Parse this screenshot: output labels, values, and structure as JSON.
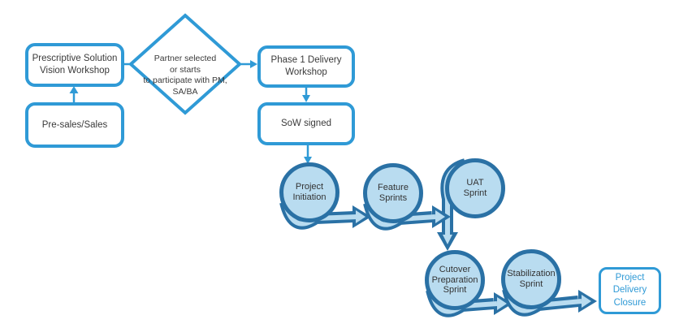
{
  "diagram_title": "Partner project delivery process flow",
  "colors": {
    "accent_blue": "#2f9ad6",
    "dark_blue": "#2a71a5",
    "light_blue_fill": "#b9dcf0",
    "text_dark": "#3a3a3a",
    "closure_text_blue": "#2f9ad6"
  },
  "nodes": {
    "vision_workshop": {
      "label": "Prescriptive Solution\nVision Workshop",
      "shape": "rounded-box"
    },
    "presales": {
      "label": "Pre-sales/Sales",
      "shape": "rounded-box"
    },
    "partner_decision": {
      "label": "Partner selected\nor starts\nto participate with PM,\nSA/BA",
      "shape": "diamond"
    },
    "phase1_workshop": {
      "label": "Phase 1 Delivery\nWorkshop",
      "shape": "rounded-box"
    },
    "sow_signed": {
      "label": "SoW signed",
      "shape": "rounded-box"
    },
    "project_initiation": {
      "label": "Project\nInitiation",
      "shape": "loop-circle"
    },
    "feature_sprints": {
      "label": "Feature\nSprints",
      "shape": "loop-circle"
    },
    "uat_sprint": {
      "label": "UAT\nSprint",
      "shape": "loop-circle"
    },
    "cutover_sprint": {
      "label": "Cutover\nPreparation\nSprint",
      "shape": "loop-circle"
    },
    "stabilization_sprint": {
      "label": "Stabilization\nSprint",
      "shape": "loop-circle"
    },
    "closure": {
      "label": "Project\nDelivery\nClosure",
      "shape": "rounded-box"
    }
  },
  "edges": [
    "presales -> vision_workshop",
    "vision_workshop -> partner_decision",
    "partner_decision -> phase1_workshop",
    "phase1_workshop -> sow_signed",
    "sow_signed -> project_initiation",
    "project_initiation -> feature_sprints",
    "feature_sprints -> uat_sprint",
    "uat_sprint -> cutover_sprint",
    "cutover_sprint -> stabilization_sprint",
    "stabilization_sprint -> closure"
  ]
}
